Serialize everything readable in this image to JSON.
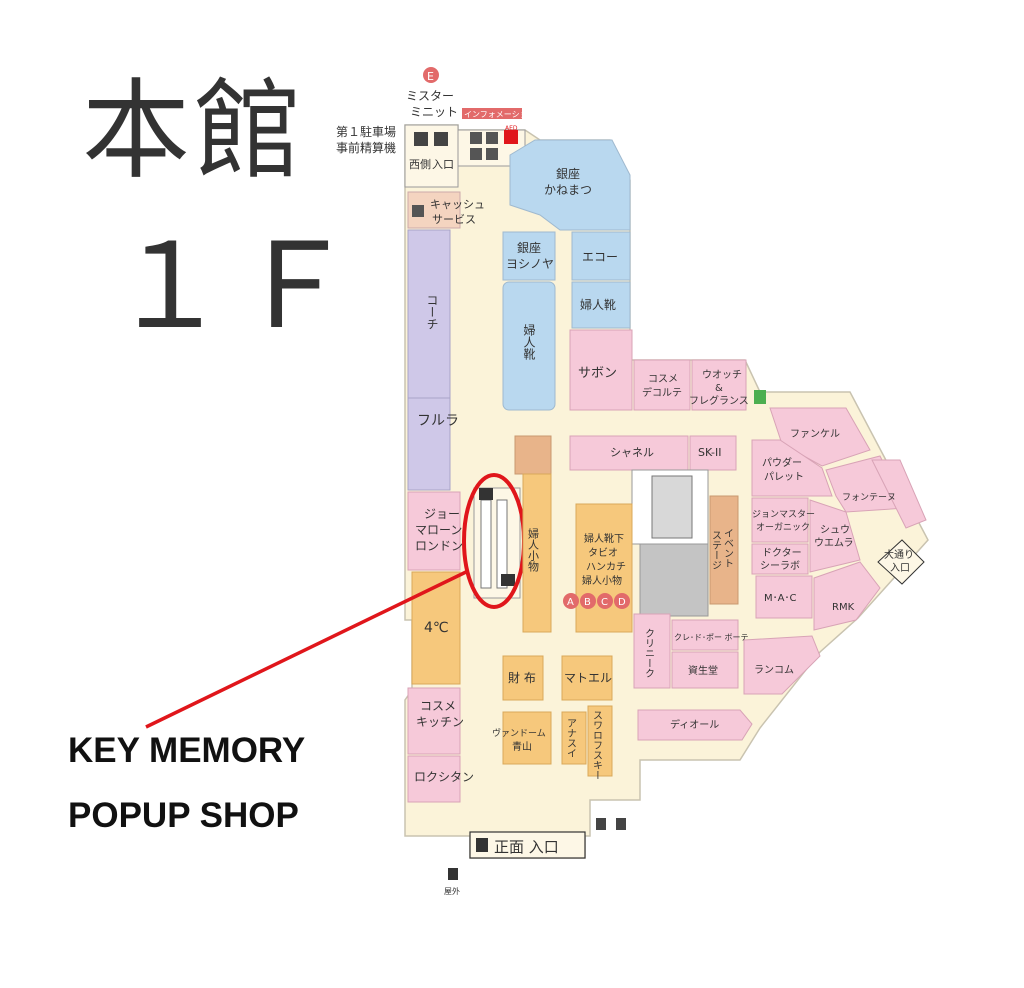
{
  "header": {
    "building": "本館",
    "floor": "１Ｆ"
  },
  "callout": {
    "line1": "KEY MEMORY",
    "line2": "POPUP SHOP"
  },
  "top": {
    "mister_badge": "E",
    "mister1": "ミスター",
    "mister2": "ミニット",
    "parking1": "第１駐車場",
    "parking2": "事前精算機",
    "info": "インフォメーション",
    "west_entrance": "西側",
    "entrance_small": "入口",
    "aed": "AED"
  },
  "shops": {
    "kanematsu1": "銀座",
    "kanematsu2": "かねまつ",
    "cash1": "キャッシュ",
    "cash2": "サービス",
    "yoshinoya1": "銀座",
    "yoshinoya2": "ヨシノヤ",
    "echo": "エコー",
    "fujin_kutsu": "婦人靴",
    "fujin_kutsu_center": "婦人靴",
    "coach": "コーチ",
    "sabon": "サボン",
    "cosme_decorte1": "コスメ",
    "cosme_decorte2": "デコルテ",
    "watch1": "ウオッチ",
    "watch2": "&",
    "watch3": "フレグランス",
    "furla": "フルラ",
    "fancl": "ファンケル",
    "chanel": "シャネル",
    "sk2": "SK-II",
    "powder1": "パウダー",
    "powder2": "パレット",
    "fontaine": "フォンテーヌ",
    "jo1": "ジョー",
    "jo2": "マローン",
    "jo3": "ロンドン",
    "fujin_komono": "婦人小物",
    "fujin_center1": "婦人靴下",
    "fujin_center2": "タビオ",
    "fujin_center3": "ハンカチ",
    "fujin_center4": "婦人小物",
    "abcd": [
      "A",
      "B",
      "C",
      "D"
    ],
    "event1": "イベント",
    "event2": "ステージ",
    "jm1": "ジョンマスター",
    "jm2": "オーガニック",
    "shu1": "シュウ",
    "shu2": "ウエムラ",
    "doctor1": "ドクター",
    "doctor2": "シーラボ",
    "odori1": "大通り",
    "odori2": "入口",
    "fourc": "4℃",
    "mac": "M･A･C",
    "rmk": "RMK",
    "clinique": "クリニーク",
    "cle": "クレ･ド･ポー ボーテ",
    "shiseido": "資生堂",
    "lancome": "ランコム",
    "saifu": "財 布",
    "matoel": "マトエル",
    "cosme_kitchen1": "コスメ",
    "cosme_kitchen2": "キッチン",
    "vendome1": "ヴァンドーム",
    "vendome2": "青山",
    "anasui": "アナスイ",
    "swarovski": "スワロフスキー",
    "dior": "ディオール",
    "loccitane": "ロクシタン",
    "main_entrance": "正面 入口",
    "outside": "屋外"
  },
  "colors": {
    "floor": "#fbf3d9",
    "pink": "#f6c9d9",
    "blue": "#b9d8ef",
    "purple": "#cfc8e8",
    "orange": "#f6c87c",
    "tan": "#e8b48a",
    "gray": "#c4c4c4",
    "highlight": "#e0161b",
    "abcd": "#e26a6a"
  },
  "icons": [
    "escalator-icon",
    "elevator-icon",
    "phone-icon",
    "restroom-icon",
    "wheelchair-icon",
    "aed-icon",
    "atm-icon",
    "parking-machine-icon"
  ]
}
